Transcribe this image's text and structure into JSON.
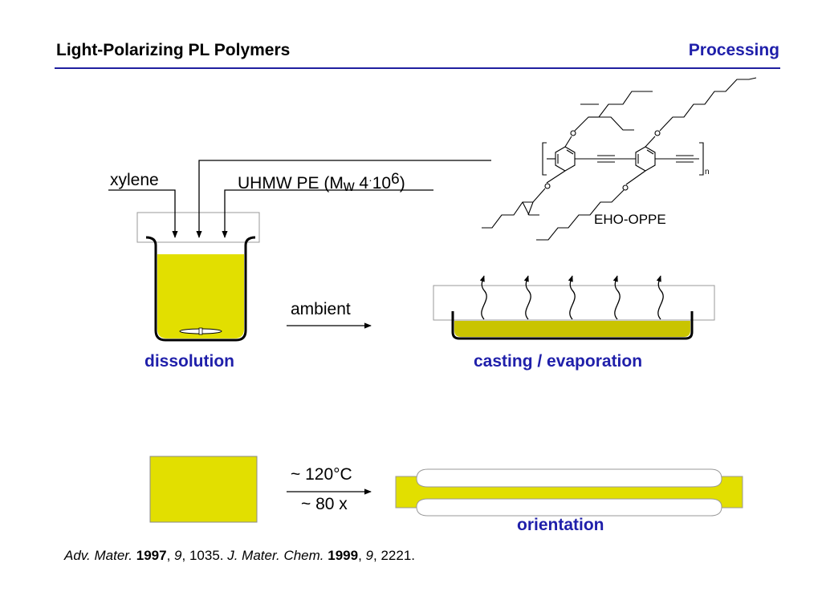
{
  "header": {
    "title": "Light-Polarizing PL Polymers",
    "section": "Processing"
  },
  "labels": {
    "xylene": "xylene",
    "uhmw_prefix": "UHMW PE (M",
    "uhmw_sub": "w",
    "uhmw_mid": " 4",
    "uhmw_dot": "·",
    "uhmw_base": "10",
    "uhmw_exp": "6",
    "uhmw_suffix": ")",
    "polymer_name": "EHO-OPPE",
    "repeat_n": "n",
    "ambient": "ambient",
    "dissolution": "dissolution",
    "casting": "casting / evaporation",
    "temperature": "~ 120°C",
    "draw_ratio": "~ 80 x",
    "orientation": "orientation"
  },
  "references": {
    "j1": "Adv. Mater.",
    "y1": "1997",
    "v1": "9",
    "p1": ", 1035. ",
    "j2": "J. Mater. Chem.",
    "y2": "1999",
    "v2": "9",
    "p2": ", 2221."
  },
  "colors": {
    "accent": "#1f1faa",
    "solution": "#e2df00",
    "film": "#c9c400",
    "outline": "#000000"
  },
  "icons": {
    "stir_bar": "stir-bar-icon",
    "vapor": "vapor-arrow-icon"
  }
}
